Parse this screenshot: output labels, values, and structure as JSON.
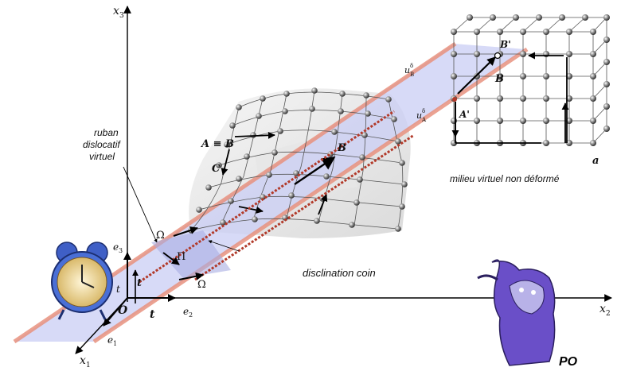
{
  "axes": {
    "x1": "x",
    "x1_sub": "1",
    "x2": "x",
    "x2_sub": "2",
    "x3": "x",
    "x3_sub": "3",
    "origin": "O",
    "e1": "e",
    "e1_sub": "1",
    "e2": "e",
    "e2_sub": "2",
    "e3": "e",
    "e3_sub": "3"
  },
  "time_labels": {
    "t_axis": "t",
    "t_vector": "t",
    "t_left": "t"
  },
  "annotations": {
    "ribbon_label_line1": "ruban",
    "ribbon_label_line2": "dislocatif",
    "ribbon_label_line3": "virtuel",
    "disclination_label": "disclination coin",
    "virtual_medium_label": "milieu virtuel non déformé",
    "a_equiv_b": "A ≡ B",
    "point_c": "C",
    "vector_b": "B",
    "vector_b_right": "B",
    "point_b_prime": "B'",
    "point_a_prime": "A'",
    "point_a": "a",
    "u_b": "u",
    "u_b_sup": "δ",
    "u_b_sub": "B",
    "u_a": "u",
    "u_a_sup": "δ",
    "u_a_sub": "A",
    "omega_top": "Ω",
    "omega_bottom": "Ω",
    "pi_label": "Π",
    "po_label": "PO"
  },
  "colors": {
    "ribbon_fill": "#c9cdf4",
    "ribbon_edge": "#e8927f",
    "lattice_node": "#8a8a8a",
    "arrow": "#000000",
    "clock_body": "#4a6fd6",
    "wizard": "#6a4fc8"
  }
}
